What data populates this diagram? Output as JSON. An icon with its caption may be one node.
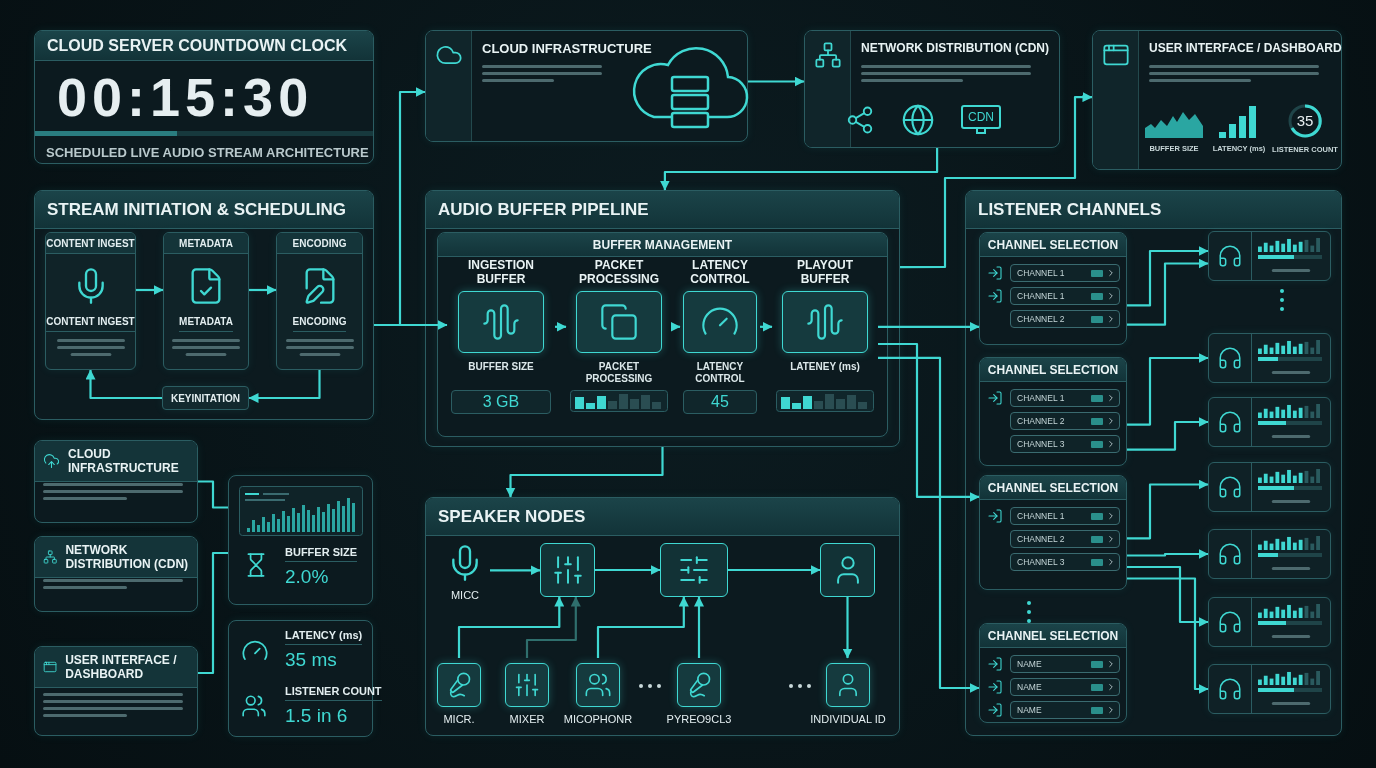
{
  "diagram": {
    "nodes": [
      {
        "text": [
          "CLOUD SERVER COUNTDOWN CLOCK",
          "00:15:30",
          "SCHEDULED LIVE AUDIO STREAM ARCHITECTURE"
        ]
      },
      {
        "text": [
          "CLOUD INFRASTRUCTURE"
        ]
      },
      {
        "text": [
          "NETWORK DISTRIBUTION (CDN)",
          "CDN"
        ]
      },
      {
        "text": [
          "USER INTERFACE / DASHBOARD",
          "BUFFER SIZE",
          "LATENCY (ms)",
          "35",
          "LISTENER COUNT"
        ]
      },
      {
        "text": [
          "STREAM INITIATION & SCHEDULING"
        ]
      },
      {
        "text": [
          "CONTENT INGEST",
          "CONTENT INGEST"
        ],
        "in": 4
      },
      {
        "text": [
          "METADATA",
          "METADATA"
        ],
        "in": 4
      },
      {
        "text": [
          "ENCODING",
          "ENCODING"
        ],
        "in": 4
      },
      {
        "text": [
          "KEYINITATION"
        ],
        "in": 4
      },
      {
        "text": [
          "AUDIO BUFFER PIPELINE"
        ]
      },
      {
        "text": [
          "BUFFER MANAGEMENT"
        ],
        "in": 9
      },
      {
        "text": [
          "INGESTION BUFFER",
          "BUFFER SIZE",
          "3 GB"
        ],
        "in": 10
      },
      {
        "text": [
          "PACKET PROCESSING",
          "PACKET PROCESSING"
        ],
        "in": 10
      },
      {
        "text": [
          "LATENCY CONTROL",
          "LATENCY CONTROL",
          "45"
        ],
        "in": 10
      },
      {
        "text": [
          "PLAYOUT BUFFER",
          "LATENEY (ms)"
        ],
        "in": 10
      },
      {
        "text": [
          "LISTENER CHANNELS"
        ]
      },
      {
        "text": [
          "CHANNEL SELECTION",
          "CHANNEL 1",
          "CHANNEL 1",
          "CHANNEL 2"
        ],
        "in": 15
      },
      {
        "text": [
          "CHANNEL SELECTION",
          "CHANNEL 1",
          "CHANNEL 2",
          "CHANNEL 3"
        ],
        "in": 15
      },
      {
        "text": [
          "CHANNEL SELECTION",
          "CHANNEL 1",
          "CHANNEL 2",
          "CHANNEL 3"
        ],
        "in": 15
      },
      {
        "text": [
          "CHANNEL SELECTION",
          "NAME",
          "NAME",
          "NAME"
        ],
        "in": 15
      },
      {
        "text": [],
        "shape": "box",
        "in": 15
      },
      {
        "text": [],
        "shape": "box",
        "in": 15
      },
      {
        "text": [],
        "shape": "box",
        "in": 15
      },
      {
        "text": [],
        "shape": "box",
        "in": 15
      },
      {
        "text": [],
        "shape": "box",
        "in": 15
      },
      {
        "text": [],
        "shape": "box",
        "in": 15
      },
      {
        "text": [],
        "shape": "box",
        "in": 15
      },
      {
        "text": [
          "CLOUD INFRASTRUCTURE"
        ]
      },
      {
        "text": [
          "NETWORK DISTRIBUTION (CDN)"
        ]
      },
      {
        "text": [
          "USER INTERFACE / DASHBOARD"
        ]
      },
      {
        "text": [
          "BUFFER SIZE",
          "2.0%"
        ]
      },
      {
        "text": [
          "LATENCY (ms)",
          "35 ms",
          "LISTENER COUNT",
          "1.5 in 6"
        ]
      },
      {
        "text": [
          "SPEAKER NODES"
        ]
      },
      {
        "text": [
          "MICC"
        ],
        "in": 32
      },
      {
        "text": [],
        "shape": "box",
        "in": 32
      },
      {
        "text": [],
        "shape": "box",
        "in": 32
      },
      {
        "text": [],
        "shape": "box",
        "in": 32
      },
      {
        "text": [
          "MICR."
        ],
        "in": 32
      },
      {
        "text": [
          "MIXER"
        ],
        "in": 32
      },
      {
        "text": [
          "MICOPHONR"
        ],
        "in": 32
      },
      {
        "text": [
          "PYREO9CL3"
        ],
        "in": 32
      },
      {
        "text": [
          "INDIVIDUAL ID"
        ],
        "in": 32
      }
    ],
    "edges": [
      {
        "from": 4,
        "to": 11,
        "arrow": "to"
      },
      {
        "from": 4,
        "to": 1,
        "arrow": "to"
      },
      {
        "from": 1,
        "to": 2,
        "arrow": "to"
      },
      {
        "from": 2,
        "to": 9,
        "arrow": "to"
      },
      {
        "from": 9,
        "to": 3,
        "arrow": "to"
      },
      {
        "from": 5,
        "to": 6,
        "arrow": "to"
      },
      {
        "from": 6,
        "to": 7,
        "arrow": "to"
      },
      {
        "from": 7,
        "to": 8,
        "arrow": "to"
      },
      {
        "from": 8,
        "to": 5,
        "arrow": "to"
      },
      {
        "from": 11,
        "to": 12,
        "arrow": "to"
      },
      {
        "from": 12,
        "to": 13,
        "arrow": "to"
      },
      {
        "from": 13,
        "to": 14,
        "arrow": "to"
      },
      {
        "from": 14,
        "to": 16,
        "arrow": "to"
      },
      {
        "from": 14,
        "to": 18,
        "arrow": "to"
      },
      {
        "from": 14,
        "to": 19,
        "arrow": "to"
      },
      {
        "from": 9,
        "to": 32,
        "arrow": "to"
      },
      {
        "from": 27,
        "to": 30,
        "arrow": "none"
      },
      {
        "from": 29,
        "to": 30,
        "arrow": "none"
      },
      {
        "from": 33,
        "to": 34,
        "arrow": "to"
      },
      {
        "from": 34,
        "to": 35,
        "arrow": "to"
      },
      {
        "from": 35,
        "to": 36,
        "arrow": "to"
      },
      {
        "from": 36,
        "to": 41,
        "arrow": "to"
      },
      {
        "from": 37,
        "to": 34,
        "arrow": "to"
      },
      {
        "from": 38,
        "to": 34,
        "arrow": "to",
        "color": "#2f6f6d"
      },
      {
        "from": 39,
        "to": 35,
        "arrow": "to"
      },
      {
        "from": 40,
        "to": 35,
        "arrow": "to"
      },
      {
        "from": 16,
        "to": 20,
        "arrow": "to"
      },
      {
        "from": 16,
        "to": 20,
        "arrow": "to"
      },
      {
        "from": 17,
        "to": 21,
        "arrow": "to"
      },
      {
        "from": 17,
        "to": 22,
        "arrow": "to"
      },
      {
        "from": 18,
        "to": 23,
        "arrow": "to"
      },
      {
        "from": 18,
        "to": 24,
        "arrow": "to"
      },
      {
        "from": 18,
        "to": 25,
        "arrow": "to"
      },
      {
        "from": 18,
        "to": 26,
        "arrow": "to"
      }
    ]
  }
}
